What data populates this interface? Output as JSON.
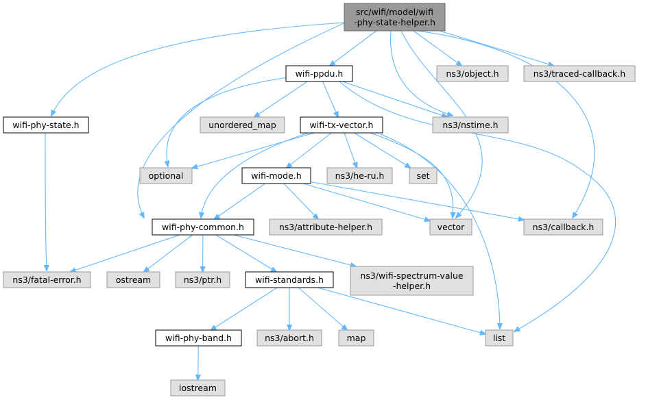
{
  "graph": {
    "nodes": {
      "root": {
        "lines": [
          "src/wifi/model/wifi",
          "-phy-state-helper.h"
        ],
        "kind": "root"
      },
      "ppdu": {
        "lines": [
          "wifi-ppdu.h"
        ],
        "kind": "local"
      },
      "object": {
        "lines": [
          "ns3/object.h"
        ],
        "kind": "ext"
      },
      "traced": {
        "lines": [
          "ns3/traced-callback.h"
        ],
        "kind": "ext"
      },
      "phystate": {
        "lines": [
          "wifi-phy-state.h"
        ],
        "kind": "local"
      },
      "umap": {
        "lines": [
          "unordered_map"
        ],
        "kind": "ext"
      },
      "txvec": {
        "lines": [
          "wifi-tx-vector.h"
        ],
        "kind": "local"
      },
      "nstime": {
        "lines": [
          "ns3/nstime.h"
        ],
        "kind": "ext"
      },
      "optional": {
        "lines": [
          "optional"
        ],
        "kind": "ext"
      },
      "mode": {
        "lines": [
          "wifi-mode.h"
        ],
        "kind": "local"
      },
      "heru": {
        "lines": [
          "ns3/he-ru.h"
        ],
        "kind": "ext"
      },
      "set": {
        "lines": [
          "set"
        ],
        "kind": "ext"
      },
      "common": {
        "lines": [
          "wifi-phy-common.h"
        ],
        "kind": "local"
      },
      "attr": {
        "lines": [
          "ns3/attribute-helper.h"
        ],
        "kind": "ext"
      },
      "vector": {
        "lines": [
          "vector"
        ],
        "kind": "ext"
      },
      "callback": {
        "lines": [
          "ns3/callback.h"
        ],
        "kind": "ext"
      },
      "fatal": {
        "lines": [
          "ns3/fatal-error.h"
        ],
        "kind": "ext"
      },
      "ostream": {
        "lines": [
          "ostream"
        ],
        "kind": "ext"
      },
      "ptr": {
        "lines": [
          "ns3/ptr.h"
        ],
        "kind": "ext"
      },
      "standards": {
        "lines": [
          "wifi-standards.h"
        ],
        "kind": "local"
      },
      "spectrum": {
        "lines": [
          "ns3/wifi-spectrum-value",
          "-helper.h"
        ],
        "kind": "ext"
      },
      "band": {
        "lines": [
          "wifi-phy-band.h"
        ],
        "kind": "local"
      },
      "abort": {
        "lines": [
          "ns3/abort.h"
        ],
        "kind": "ext"
      },
      "map": {
        "lines": [
          "map"
        ],
        "kind": "ext"
      },
      "list": {
        "lines": [
          "list"
        ],
        "kind": "ext"
      },
      "iostream": {
        "lines": [
          "iostream"
        ],
        "kind": "ext"
      }
    },
    "edges": [
      [
        "root",
        "ppdu"
      ],
      [
        "root",
        "object"
      ],
      [
        "root",
        "traced"
      ],
      [
        "root",
        "phystate"
      ],
      [
        "root",
        "common"
      ],
      [
        "root",
        "nstime"
      ],
      [
        "root",
        "vector"
      ],
      [
        "root",
        "callback"
      ],
      [
        "ppdu",
        "umap"
      ],
      [
        "ppdu",
        "txvec"
      ],
      [
        "ppdu",
        "nstime"
      ],
      [
        "ppdu",
        "optional"
      ],
      [
        "ppdu",
        "list"
      ],
      [
        "phystate",
        "fatal"
      ],
      [
        "txvec",
        "optional"
      ],
      [
        "txvec",
        "mode"
      ],
      [
        "txvec",
        "heru"
      ],
      [
        "txvec",
        "set"
      ],
      [
        "txvec",
        "common"
      ],
      [
        "txvec",
        "vector"
      ],
      [
        "txvec",
        "list"
      ],
      [
        "mode",
        "common"
      ],
      [
        "mode",
        "attr"
      ],
      [
        "mode",
        "vector"
      ],
      [
        "mode",
        "callback"
      ],
      [
        "common",
        "fatal"
      ],
      [
        "common",
        "ostream"
      ],
      [
        "common",
        "ptr"
      ],
      [
        "common",
        "standards"
      ],
      [
        "common",
        "spectrum"
      ],
      [
        "standards",
        "band"
      ],
      [
        "standards",
        "abort"
      ],
      [
        "standards",
        "map"
      ],
      [
        "standards",
        "list"
      ],
      [
        "band",
        "iostream"
      ]
    ]
  }
}
